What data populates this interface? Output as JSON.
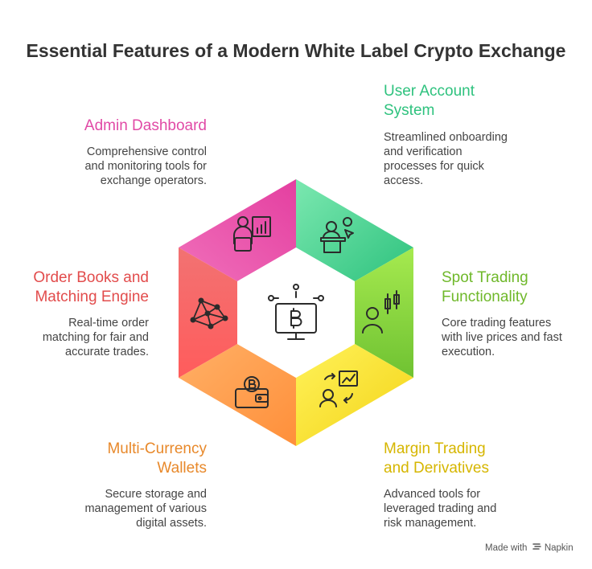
{
  "title": "Essential Features of a Modern White Label Crypto Exchange",
  "colors": {
    "admin": "#e14aa6",
    "user": "#2ec27e",
    "spot": "#6fb82a",
    "margin": "#d6b600",
    "wallets": "#e8892b",
    "order": "#e24c4c"
  },
  "sections": {
    "admin": {
      "label": "Admin Dashboard",
      "desc": [
        "Comprehensive control",
        "and monitoring tools for",
        "exchange operators."
      ],
      "icon": "dashboard-presenter-icon"
    },
    "user": {
      "label": [
        "User Account",
        "System"
      ],
      "desc": [
        "Streamlined onboarding",
        "and verification",
        "processes for quick",
        "access."
      ],
      "icon": "user-account-icon"
    },
    "spot": {
      "label": [
        "Spot Trading",
        "Functionality"
      ],
      "desc": [
        "Core trading features",
        "with live prices and fast",
        "execution."
      ],
      "icon": "candlestick-trader-icon"
    },
    "margin": {
      "label": [
        "Margin Trading",
        "and Derivatives"
      ],
      "desc": [
        "Advanced tools for",
        "leveraged trading and",
        "risk management."
      ],
      "icon": "trading-chart-icon"
    },
    "wallets": {
      "label": [
        "Multi-Currency",
        "Wallets"
      ],
      "desc": [
        "Secure storage and",
        "management of various",
        "digital assets."
      ],
      "icon": "bitcoin-wallet-icon"
    },
    "order": {
      "label": [
        "Order Books and",
        "Matching Engine"
      ],
      "desc": [
        "Real-time order",
        "matching for fair and",
        "accurate trades."
      ],
      "icon": "network-nodes-icon"
    }
  },
  "center_icon": "bitcoin-monitor-icon",
  "footer": {
    "made_with": "Made with",
    "brand": "Napkin"
  }
}
